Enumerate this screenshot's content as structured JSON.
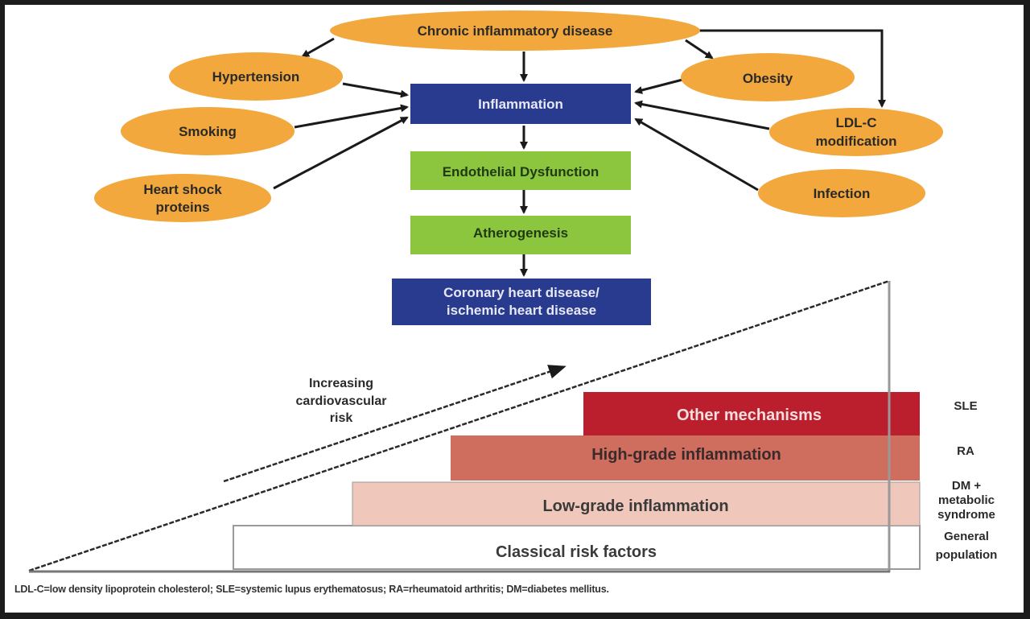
{
  "flow": {
    "source": {
      "label": "Chronic inflammatory disease"
    },
    "factors_left": [
      {
        "label": "Hypertension"
      },
      {
        "label": "Smoking"
      },
      {
        "label_lines": [
          "Heart shock",
          "proteins"
        ]
      }
    ],
    "factors_right": [
      {
        "label": "Obesity"
      },
      {
        "label_lines": [
          "LDL-C",
          "modification"
        ]
      },
      {
        "label": "Infection"
      }
    ],
    "chain": [
      {
        "label": "Inflammation",
        "kind": "blue"
      },
      {
        "label": "Endothelial Dysfunction",
        "kind": "green"
      },
      {
        "label": "Atherogenesis",
        "kind": "green"
      },
      {
        "label_lines": [
          "Coronary heart disease/",
          "ischemic heart disease"
        ],
        "kind": "blue"
      }
    ]
  },
  "risk": {
    "arrow_label_lines": [
      "Increasing",
      "cardiovascular",
      "risk"
    ],
    "tiers": [
      {
        "label": "Other mechanisms",
        "population": [
          "SLE"
        ]
      },
      {
        "label": "High-grade inflammation",
        "population": [
          "RA"
        ]
      },
      {
        "label": "Low-grade inflammation",
        "population": [
          "DM +",
          "metabolic",
          "syndrome"
        ]
      },
      {
        "label": "Classical risk factors",
        "population": [
          "General",
          "population"
        ]
      }
    ]
  },
  "colors": {
    "ellipse": "#f2a83c",
    "blue_box": "#283b8f",
    "green_box": "#8cc63f",
    "tier_other": "#bb1e2d",
    "tier_high": "#cf6e5f",
    "tier_low": "#efc8bb",
    "tier_classical": "#ffffff"
  },
  "footnote": "LDL-C=low density lipoprotein cholesterol; SLE=systemic lupus erythematosus; RA=rheumatoid arthritis; DM=diabetes mellitus."
}
